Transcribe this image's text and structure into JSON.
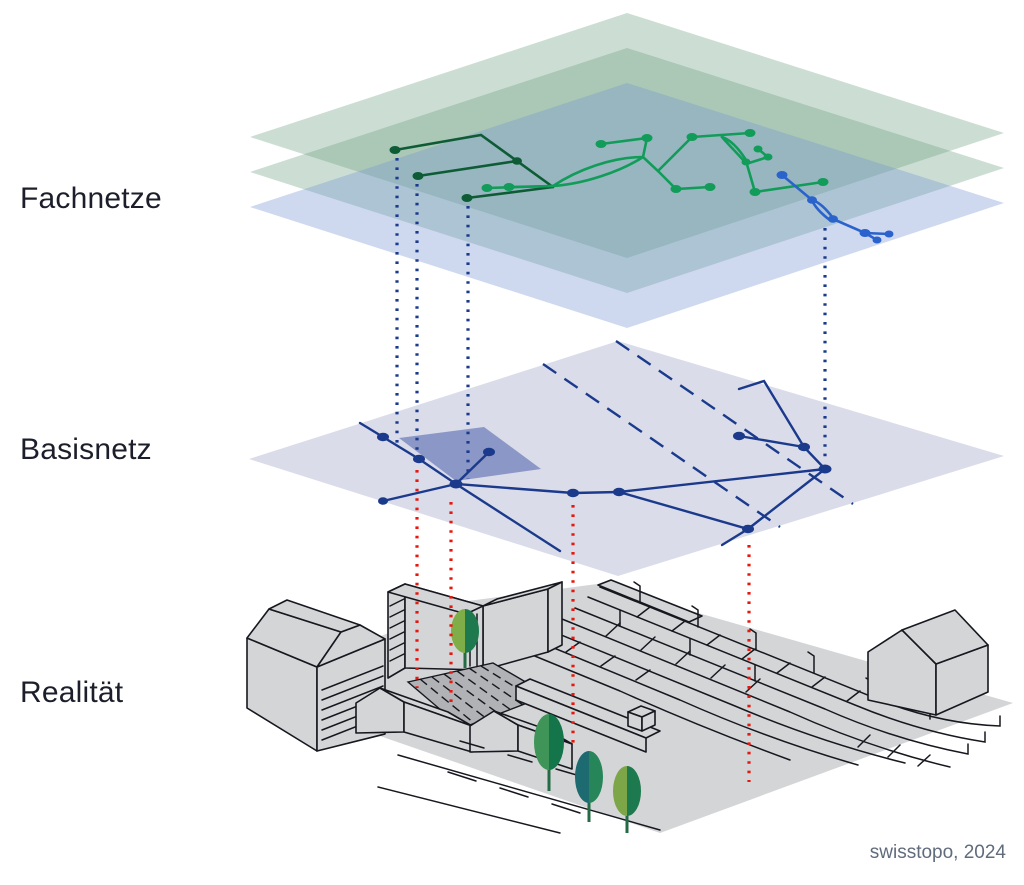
{
  "labels": {
    "fachnetze": "Fachnetze",
    "basisnetz": "Basisnetz",
    "realitaet": "Realität"
  },
  "attribution": "swisstopo, 2024",
  "colors": {
    "label_text": "#1c1f2b",
    "attribution_text": "#606c7c",
    "plane_green": "rgba(100,156,122,0.33)",
    "plane_blue": "rgba(120,150,214,0.36)",
    "basis_plane": "#dadcea",
    "basis_patch": "#8b97c6",
    "green_dark": "#0d5c35",
    "green": "#129c59",
    "blue": "#2a63cc",
    "navy": "#1b3a8c",
    "red": "#e8170d",
    "city_fill": "#d4d5d7",
    "city_stroke": "#17181f",
    "lot_fill": "#b1b2b6",
    "tree_trunk": "#256b45",
    "tree1_left": "#7fae49",
    "tree1_right": "#1e7a4e",
    "tree2_left": "#3f9458",
    "tree2_right": "#15754a",
    "tree3_left": "#1d6b70",
    "tree3_right": "#27855a",
    "tree4_left": "#7ca647",
    "tree4_right": "#1d7a4e"
  }
}
